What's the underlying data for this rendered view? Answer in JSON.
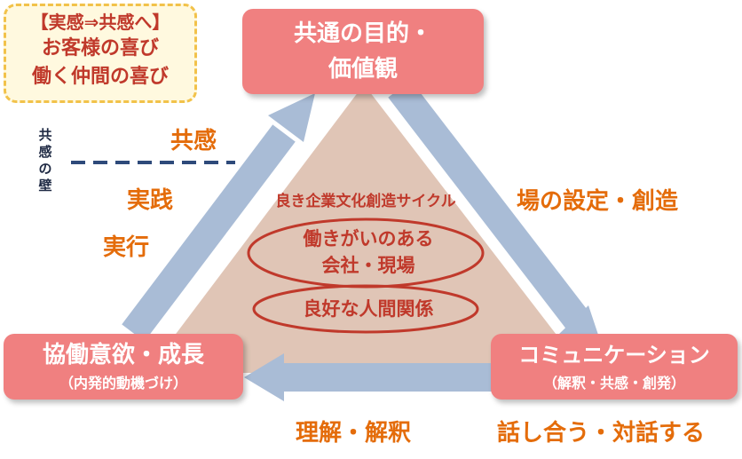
{
  "callout": {
    "title": "【実感⇒共感へ】",
    "line1": "お客様の喜び",
    "line2": "働く仲間の喜び"
  },
  "nodes": {
    "top": {
      "line1": "共通の目的・",
      "line2": "価値観"
    },
    "left": {
      "main": "協働意欲・成長",
      "sub": "（内発的動機づけ）"
    },
    "right": {
      "main": "コミュニケーション",
      "sub": "（解釈・共感・創発）"
    }
  },
  "edge_labels": {
    "kyokan": "共感",
    "jissen": "実践",
    "jikko": "実行",
    "ba": "場の設定・創造",
    "rikai": "理解・解釈",
    "hanashiau": "話し合う・対話する"
  },
  "wall_label": "共感の壁",
  "center": {
    "title": "良き企業文化創造サイクル",
    "ellipse1_line1": "働きがいのある",
    "ellipse1_line2": "会社・現場",
    "ellipse2": "良好な人間関係"
  },
  "colors": {
    "node_fill": "#f08080",
    "arrow": "#a9bcd6",
    "triangle_fill": "#ddbfae",
    "accent_orange": "#e46c0a",
    "accent_red": "#c0392b",
    "wall_line": "#2e4a7a",
    "callout_border": "#f2c24a"
  }
}
